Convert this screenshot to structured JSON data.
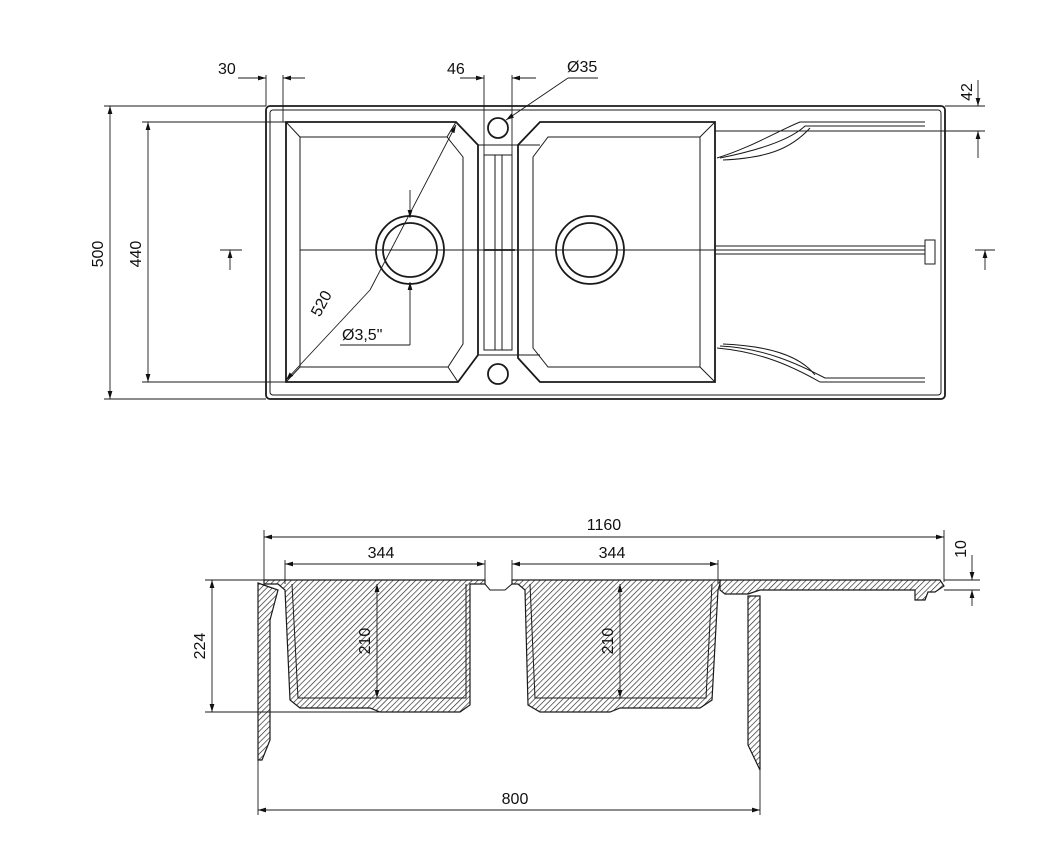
{
  "top_view": {
    "dims": {
      "flange_30": "30",
      "gap_46": "46",
      "tap_hole": "Ø35",
      "drainer_42": "42",
      "overall_depth": "500",
      "bowl_depth": "440",
      "diagonal": "520",
      "drain": "Ø3,5\""
    }
  },
  "side_view": {
    "dims": {
      "overall_width": "1160",
      "bowl_left_width": "344",
      "bowl_right_width": "344",
      "lip_10": "10",
      "total_height": "224",
      "bowl_left_depth": "210",
      "bowl_right_depth": "210",
      "cabinet_width": "800"
    }
  }
}
